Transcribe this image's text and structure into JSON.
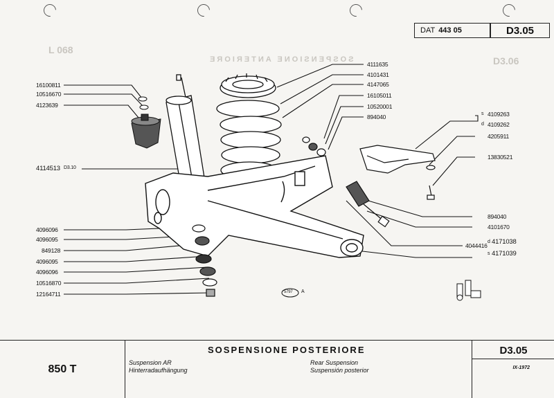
{
  "header": {
    "dat_label": "DAT",
    "dat_number": "443 05",
    "page_code": "D3.05"
  },
  "ghost": {
    "left_code": "L 068",
    "right_code": "D3.06",
    "mirror_title": "SOSPENSIONE ANTERIORE"
  },
  "parts_left": [
    "16100811",
    "10516670",
    "4123639",
    "4114513",
    "D3.10",
    "4096096",
    "4096095",
    "849128",
    "4096095",
    "4096096",
    "10516870",
    "12164711"
  ],
  "parts_top": [
    "4111635",
    "4101431",
    "4147065",
    "16105011",
    "10520001",
    "894040"
  ],
  "parts_right": [
    "4109263",
    "4109262",
    "4205911",
    "13830521",
    "894040",
    "4101670",
    "4044416",
    "4171038",
    "4171039"
  ],
  "parts_right_prefix": {
    "s": "s",
    "d": "d"
  },
  "drawing_number": "5797",
  "drawing_letter": "A",
  "footer": {
    "model": "850 T",
    "title_it": "SOSPENSIONE POSTERIORE",
    "title_fr": "Suspension AR",
    "title_de": "Hinterradaufhängung",
    "title_en": "Rear Suspension",
    "title_es": "Suspensión posterior",
    "page_code": "D3.05",
    "date": "IX-1972"
  }
}
